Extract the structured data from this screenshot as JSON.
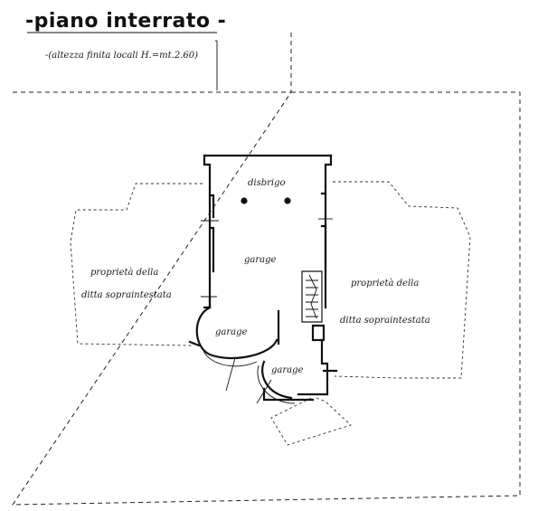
{
  "title": "-piano interrato -",
  "subtitle": "-(altezza finita locali H.=mt.2.60)",
  "rooms": {
    "disbrigo": "disbrigo",
    "garage_main": "garage",
    "garage_round": "garage",
    "garage_small": "garage"
  },
  "left_owner": {
    "line1": "proprietà della",
    "line2": "ditta sopraintestata"
  },
  "right_owner": {
    "line1": "proprietà della",
    "line2": "ditta sopraintestata"
  }
}
